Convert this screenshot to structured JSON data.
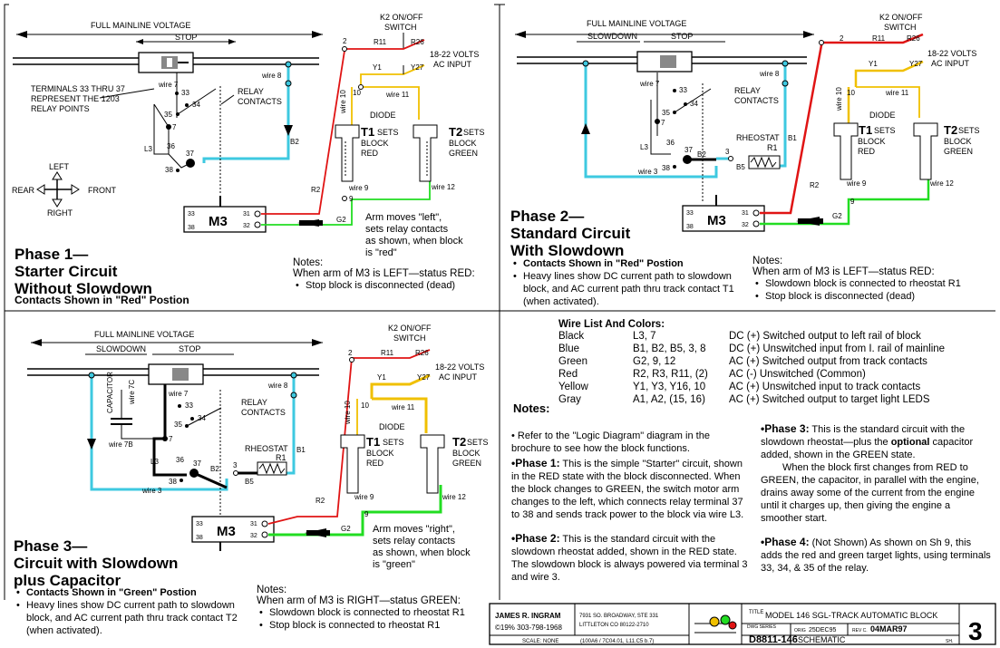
{
  "labels": {
    "full_voltage": "FULL MAINLINE VOLTAGE",
    "stop": "STOP",
    "slowdown": "SLOWDOWN",
    "k2": "K2 ON/OFF",
    "switch": "SWITCH",
    "volts": "18-22 VOLTS",
    "ac_input": "AC INPUT",
    "terminals_note": [
      "TERMINALS 33 THRU 37",
      "REPRESENT THE 1203",
      "RELAY POINTS"
    ],
    "relay": "RELAY",
    "contacts": "CONTACTS",
    "diode": "DIODE",
    "t1": "T1",
    "t2": "T2",
    "sets": "SETS",
    "block": "BLOCK",
    "red": "RED",
    "green": "GREEN",
    "rheostat": "RHEOSTAT",
    "capacitor": "CAPACITOR",
    "left": "LEFT",
    "right": "RIGHT",
    "rear": "REAR",
    "front": "FRONT",
    "m3": "M3",
    "wire7": "wire 7",
    "wire8": "wire 8",
    "wire9": "wire 9",
    "wire10": "wire 10",
    "wire11": "wire 11",
    "wire12": "wire 12",
    "wire3": "wire 3",
    "wire7c": "wire 7C",
    "wire7b": "wire 7B",
    "r1": "R1",
    "r2": "R2",
    "r11": "R11",
    "r26": "R26",
    "y1": "Y1",
    "y27": "Y27",
    "b1": "B1",
    "b2": "B2",
    "b5": "B5",
    "g2": "G2",
    "l3": "L3"
  },
  "phase1": {
    "title": [
      "Phase 1—",
      "Starter Circuit",
      "Without Slowdown"
    ],
    "subtitle": "Contacts Shown in \"Red\" Postion",
    "arm_note": [
      "Arm moves \"left\",",
      "sets relay contacts",
      "as shown, when block",
      "is \"red\""
    ],
    "notes_heading": "Notes:",
    "notes_lead": "When arm of M3 is LEFT—status RED:",
    "notes": [
      "Stop block is disconnected (dead)"
    ]
  },
  "phase2": {
    "title": [
      "Phase 2—",
      "Standard Circuit",
      "With Slowdown"
    ],
    "bullets": [
      "Contacts Shown in \"Red\" Postion",
      "Heavy lines show DC current path to slowdown block, and AC current path thru track contact T1 (when activated)."
    ],
    "notes_heading": "Notes:",
    "notes_lead": "When arm of M3 is LEFT—status RED:",
    "notes": [
      "Slowdown block is connected to rheostat R1",
      "Stop block is disconnected (dead)"
    ]
  },
  "phase3": {
    "title": [
      "Phase 3—",
      "Circuit with Slowdown",
      "plus Capacitor"
    ],
    "bullets": [
      "Contacts Shown in \"Green\" Postion",
      "Heavy lines show DC current path to slowdown block, and AC current path thru track contact T2 (when activated)."
    ],
    "arm_note": [
      "Arm moves \"right\",",
      "sets relay contacts",
      "as shown, when block",
      "is \"green\""
    ],
    "notes_heading": "Notes:",
    "notes_lead": "When arm of M3 is RIGHT—status GREEN:",
    "notes": [
      "Slowdown block is connected to rheostat R1",
      "Stop block is connected to rheostat R1"
    ]
  },
  "wire_list": {
    "title": "Wire List And Colors:",
    "notes_label": "Notes:",
    "rows": [
      [
        "Black",
        "L3, 7",
        "DC (+) Switched output to left rail of block"
      ],
      [
        "Blue",
        "B1, B2, B5, 3, 8",
        "DC (+) Unswitched input from I. rail of mainline"
      ],
      [
        "Green",
        "G2, 9, 12",
        "AC (+) Switched output from track contacts"
      ],
      [
        "Red",
        "R2, R3, R11, (2)",
        "AC (-) Unswitched (Common)"
      ],
      [
        "Yellow",
        "Y1, Y3, Y16, 10",
        "AC (+) Unswitched input to track contacts"
      ],
      [
        "Gray",
        "A1, A2, (15, 16)",
        "AC (+) Switched output to target light LEDS"
      ]
    ]
  },
  "notes_text": {
    "n0": "• Refer to the \"Logic Diagram\" diagram in the brochure to see how the block functions.",
    "p1_label": "•Phase 1:",
    "p1": "This is the simple \"Starter\" circuit, shown in the RED state with the block disconnected.  When the block changes to GREEN, the switch motor arm changes to the left, which connects relay terminal 37 to 38 and sends track power to the block via wire L3.",
    "p2_label": "•Phase 2:",
    "p2": "This is the standard circuit with the slowdown rheostat added, shown in the RED state.  The slowdown block is always powered via terminal 3 and wire 3.",
    "p3_label": "•Phase 3:",
    "p3a": "This is the standard circuit with the slowdown rheostat—plus the",
    "p3_bold": "optional",
    "p3b": "capacitor added, shown in the GREEN state.",
    "p3c": "When the block first changes from RED to GREEN, the capacitor, in parallel with the engine, drains away some of the current from the engine until it charges up, then giving the engine a smoother start.",
    "p4_label": "•Phase 4:",
    "p4": "(Not Shown)  As shown on Sh 9, this adds the red and green target lights, using terminals 33, 34, & 35 of the relay."
  },
  "title_block": {
    "author": "JAMES R. INGRAM",
    "copyright": "©19%  303-798-1968",
    "address1": "7931 SO. BROADWAY, STE 331",
    "address2": "LITTLETON  CO  80122-2710",
    "scale": "SCALE: NONE",
    "ref": "(100A6 / 7C04.01, L11.C5 b.7)",
    "title_label": "TITLE",
    "title": "MODEL 146 SGL-TRACK AUTOMATIC BLOCK",
    "dwg_label": "DWG SERIES",
    "dwg": "D8811-146",
    "orig_label": "ORIG",
    "orig": "25DEC95",
    "rev_label": "REV C.",
    "rev": "04MAR97",
    "type": "SCHEMATIC",
    "sh_label": "SH.",
    "sheet": "3"
  },
  "colors": {
    "blue": "#3ec9e0",
    "green": "#22dd22",
    "red": "#e01414",
    "yellow": "#f0c000",
    "black": "#000000"
  }
}
